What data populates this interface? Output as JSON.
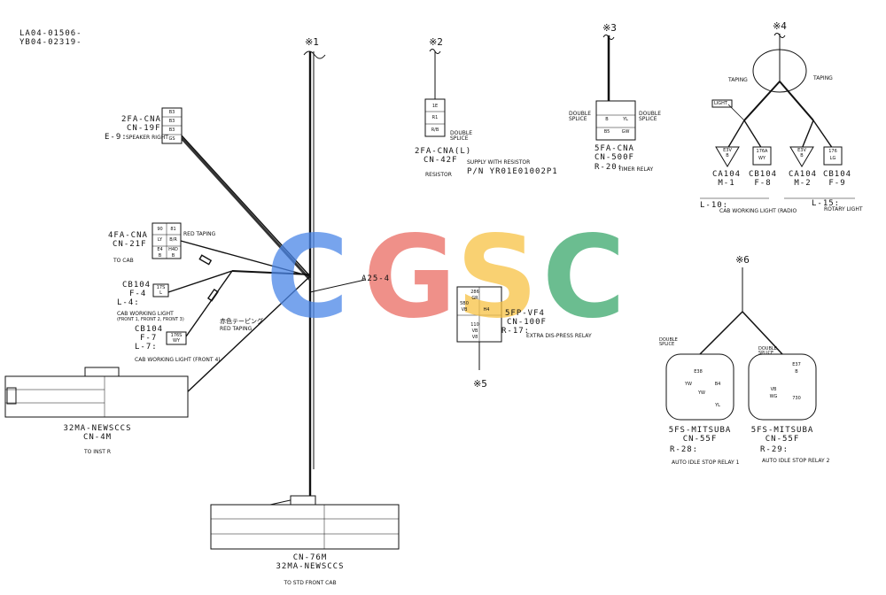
{
  "doc_codes": [
    "LA04-01506-",
    "YB04-02319-"
  ],
  "refs": {
    "r1": "※1",
    "r2": "※2",
    "r3": "※3",
    "r4": "※4",
    "r5": "※5",
    "r6": "※6"
  },
  "connectors": {
    "cn19f": {
      "name": "2FA-CNA",
      "code": "CN-19F",
      "circuit": "E-9:",
      "desc": "SPEAKER RIGHT",
      "pins": [
        "B3",
        "B3",
        "B3",
        "GS"
      ]
    },
    "cn21f": {
      "name": "4FA-CNA",
      "code": "CN-21F",
      "note": "RED TAPING",
      "dest": "TO CAB",
      "pins": [
        "90",
        "81",
        "LY",
        "B/R",
        "E4",
        "H4D",
        "B",
        "B"
      ]
    },
    "f4": {
      "name": "CB104",
      "code": "F-4",
      "circuit": "L-4:",
      "desc": "CAB WORKING LIGHT",
      "desc2": "(FRONT 1, FRONT 2, FRONT 3)",
      "pins": [
        "17S",
        "L"
      ]
    },
    "f7": {
      "name": "CB104",
      "code": "F-7",
      "circuit": "L-7:",
      "desc": "CAB WORKING LIGHT (FRONT 4)",
      "note_jp": "赤色テーピング",
      "note": "RED TAPING",
      "pins": [
        "176S",
        "WY"
      ]
    },
    "cn4m": {
      "name": "32MA-NEWSCCS",
      "code": "CN-4M",
      "dest": "TO INST R"
    },
    "cn42f": {
      "name": "2FA-CNA(L)",
      "code": "CN-42F",
      "splice": "DOUBLE SPLICE",
      "desc": "RESISTOR",
      "supply": "SUPPLY WITH RESISTOR",
      "pn": "P/N YR01E01002P1",
      "pins": [
        "1E",
        "R1",
        "R/B"
      ]
    },
    "cn500f": {
      "name": "5FA-CNA",
      "code": "CN-500F",
      "circuit": "R-20:",
      "desc": "TIMER RELAY",
      "splice_l": "DOUBLE SPLICE",
      "splice_r": "DOUBLE SPLICE",
      "pins": [
        "B",
        "YL",
        "B5",
        "GW"
      ]
    },
    "m1": {
      "name": "CA104",
      "code": "M-1",
      "pins": [
        "E3V",
        "B"
      ]
    },
    "f8": {
      "name": "CB104",
      "code": "F-8",
      "pins": [
        "176A",
        "WY"
      ]
    },
    "m2": {
      "name": "CA104",
      "code": "M-2",
      "pins": [
        "E3V",
        "B"
      ]
    },
    "f9": {
      "name": "CB104",
      "code": "F-9",
      "pins": [
        "176",
        "LG"
      ]
    },
    "cn100f": {
      "name": "5FP-VF4",
      "code": "CN-100F",
      "circuit": "R-17:",
      "desc": "EXTRA DIS-PRESS RELAY",
      "pins": [
        "286",
        "GR",
        "5B0",
        "VB",
        "H4",
        "110",
        "VB",
        "V8"
      ]
    },
    "cn55f_a": {
      "name": "5FS-MITSUBA",
      "code": "CN-55F",
      "circuit": "R-28:",
      "desc": "AUTO IDLE STOP RELAY 1",
      "splice": "DOUBLE SPLICE",
      "pins": [
        "YW",
        "E38",
        "B4",
        "YW",
        "YL"
      ]
    },
    "cn55f_b": {
      "name": "5FS-MITSUBA",
      "code": "CN-55F",
      "circuit": "R-29:",
      "desc": "AUTO IDLE STOP RELAY 2",
      "splice": "DOUBLE SPLICE",
      "pins": [
        "E37",
        "B",
        "VB",
        "WG",
        "730"
      ]
    },
    "cn76m": {
      "name": "32MA-NEWSCCS",
      "code": "CN-76M",
      "dest": "TO STD FRONT CAB"
    }
  },
  "branch4": {
    "taping_l": "TAPING",
    "taping_r": "TAPING",
    "light_tag": "LIGHT",
    "l10": "L-10:",
    "l10_desc": "CAB WORKING LIGHT (RADIO",
    "l15": "L-15:",
    "l15_desc": "ROTARY LIGHT"
  },
  "splice_label": "A25-4",
  "watermark": {
    "letters": [
      "C",
      "G",
      "S",
      "C"
    ],
    "colors": [
      "#4a86e8",
      "#ea6b62",
      "#f7c244",
      "#3aa86b"
    ]
  }
}
